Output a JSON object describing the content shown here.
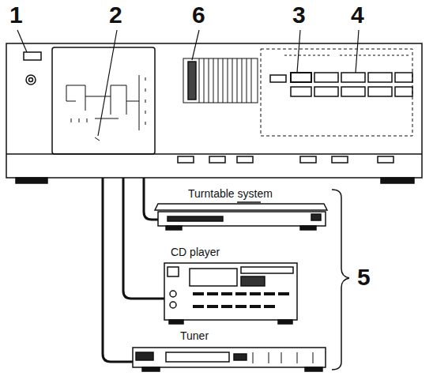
{
  "diagram": {
    "labels": [
      "1",
      "2",
      "6",
      "3",
      "4",
      "Turntable system",
      "CD player",
      "Tuner",
      "5"
    ]
  }
}
